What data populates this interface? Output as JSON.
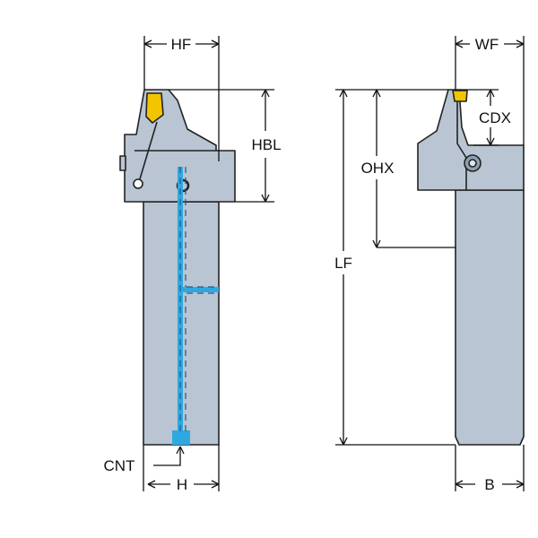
{
  "labels": {
    "hf": "HF",
    "hbl": "HBL",
    "h": "H",
    "cnt": "CNT",
    "wf": "WF",
    "cdx": "CDX",
    "ohx": "OHX",
    "lf": "LF",
    "b": "B"
  },
  "colors": {
    "tool_body": "#b9c5d2",
    "tool_outline": "#222222",
    "coolant": "#2fa8e0",
    "insert": "#f2c500",
    "dimension": "#111111"
  }
}
